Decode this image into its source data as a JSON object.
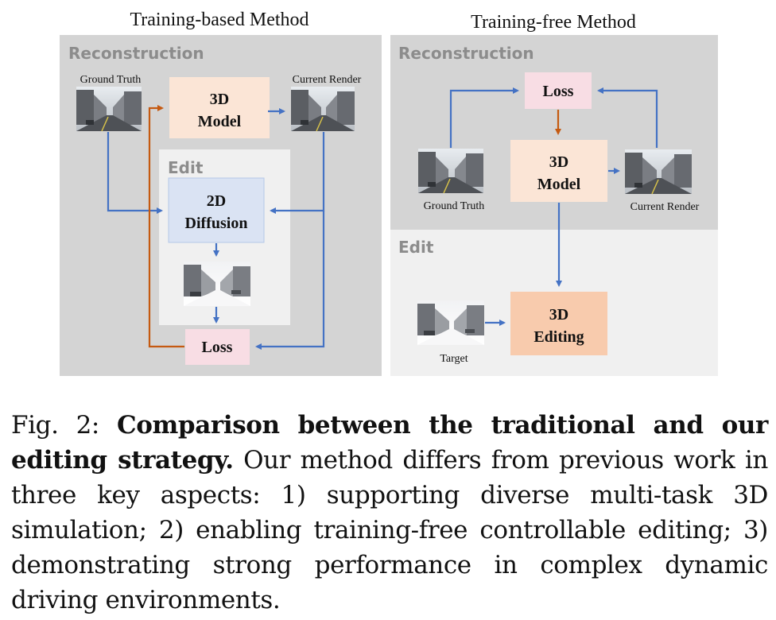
{
  "left_panel": {
    "heading": "Training-based Method",
    "section_reconstruction": "Reconstruction",
    "label_ground_truth": "Ground Truth",
    "label_current_render": "Current Render",
    "box_3d_model_line1": "3D",
    "box_3d_model_line2": "Model",
    "section_edit": "Edit",
    "box_2d_diffusion_line1": "2D",
    "box_2d_diffusion_line2": "Diffusion",
    "box_loss": "Loss"
  },
  "right_panel": {
    "heading": "Training-free Method",
    "section_reconstruction": "Reconstruction",
    "box_loss": "Loss",
    "box_3d_model_line1": "3D",
    "box_3d_model_line2": "Model",
    "label_ground_truth": "Ground Truth",
    "label_current_render": "Current Render",
    "section_edit": "Edit",
    "box_3d_editing_line1": "3D",
    "box_3d_editing_line2": "Editing",
    "label_target": "Target"
  },
  "caption": {
    "prefix": "Fig. 2: ",
    "bold": "Comparison between the traditional and our editing strategy.",
    "body": " Our method differs from previous work in three key aspects: 1) supporting diverse multi-task 3D simulation; 2) enabling training-free controllable editing; 3) demonstrating strong performance in complex dynamic driving environments."
  },
  "colors": {
    "panel_gray": "#d4d4d4",
    "edit_gray": "#f0f0f0",
    "blue_arrow": "#4472c4",
    "orange_arrow": "#c55a11",
    "model_fill": "#fbe5d6",
    "diffusion_fill": "#dae3f3",
    "loss_fill": "#f8dde4",
    "editing_fill": "#f8cbad"
  }
}
